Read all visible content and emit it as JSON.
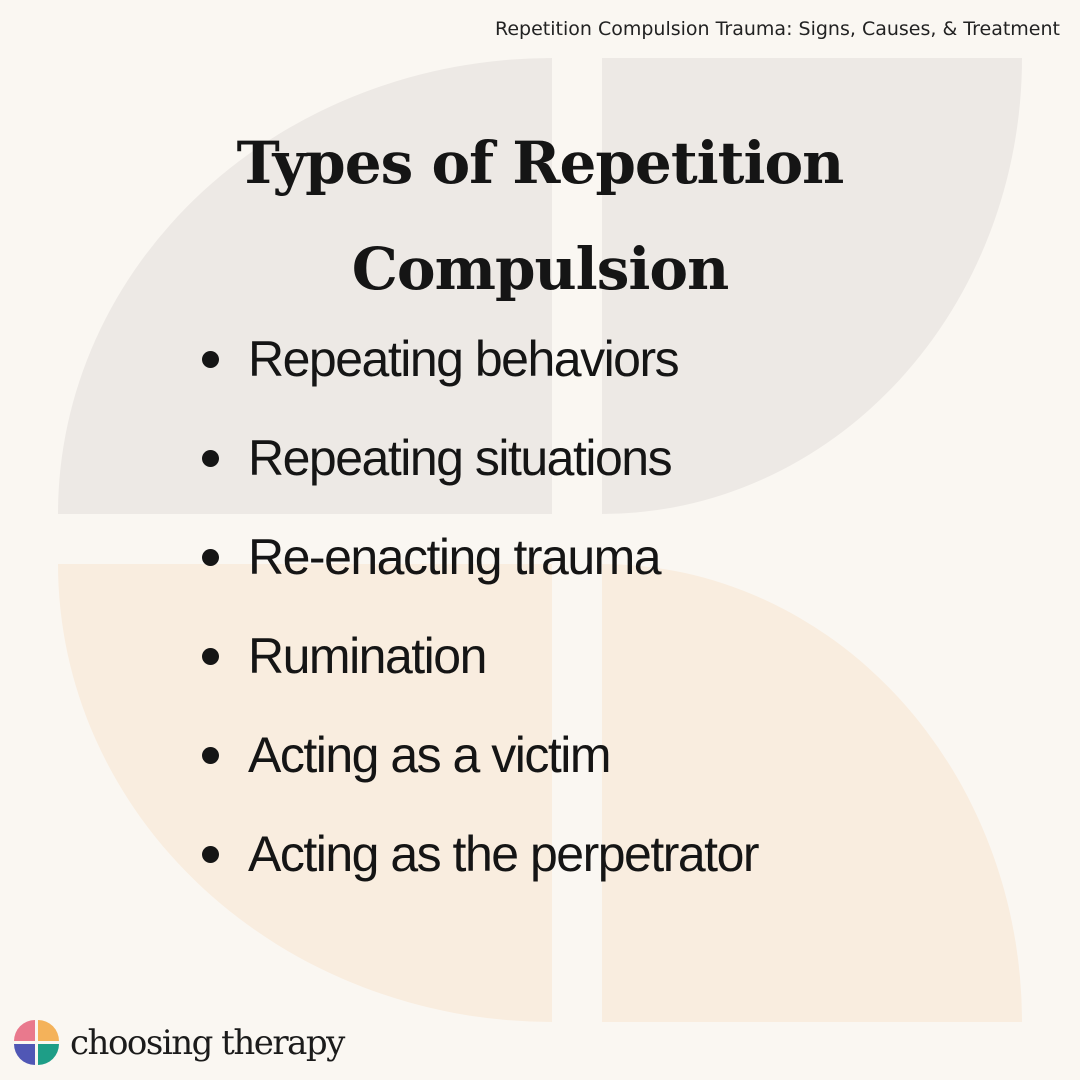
{
  "header": {
    "caption": "Repetition Compulsion Trauma: Signs, Causes, & Treatment"
  },
  "main": {
    "title_line1": "Types of Repetition",
    "title_line2": "Compulsion",
    "items": [
      {
        "label": "Repeating behaviors"
      },
      {
        "label": "Repeating situations"
      },
      {
        "label": "Re-enacting trauma"
      },
      {
        "label": "Rumination"
      },
      {
        "label": "Acting as a victim"
      },
      {
        "label": "Acting as the perpetrator"
      }
    ]
  },
  "brand": {
    "name": "choosing therapy",
    "logo_icon": "four-quadrant-logo-icon"
  },
  "colors": {
    "background": "#faf7f2",
    "shape_gray": "#ede9e5",
    "shape_peach": "#f9eddf",
    "text": "#151515",
    "logo_pink": "#e9798d",
    "logo_orange": "#f4b25a",
    "logo_blue": "#5057b5",
    "logo_teal": "#1e9e87"
  }
}
